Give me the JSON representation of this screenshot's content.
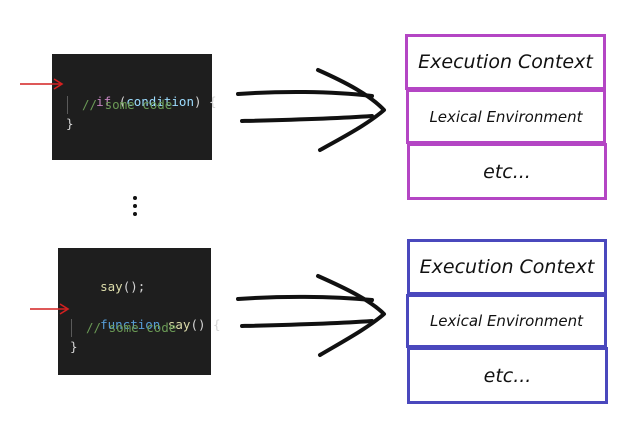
{
  "code_block_1": {
    "lines": {
      "l1": {
        "kw": "if",
        "open": " (",
        "ident": "condition",
        "close": ") {"
      },
      "l2": {
        "comment": "// some code"
      },
      "l3": {
        "text": "}"
      }
    }
  },
  "code_block_2": {
    "lines": {
      "l1": {
        "fn": "say",
        "rest": "();"
      },
      "l3": {
        "kw": "function",
        "name": "say",
        "rest": "() {"
      },
      "l4": {
        "comment": "// some code"
      },
      "l5": {
        "text": "}"
      }
    }
  },
  "context_stack_1": {
    "execution_context": "Execution Context",
    "lexical_environment": "Lexical Environment",
    "etc": "etc..."
  },
  "context_stack_2": {
    "execution_context": "Execution Context",
    "lexical_environment": "Lexical Environment",
    "etc": "etc..."
  },
  "colors": {
    "code_background": "#1e1e1e",
    "pointer_arrow": "#d32020",
    "stack_1_border": "#b446c4",
    "stack_2_border": "#4a48bd"
  }
}
